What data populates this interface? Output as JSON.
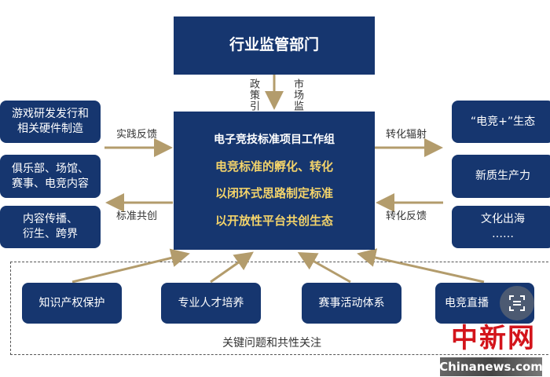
{
  "top_box": "行业监管部门",
  "vertical_labels": {
    "left": "政策引导",
    "right": "市场监管"
  },
  "center": {
    "title": "电子竞技标准项目工作组",
    "lines": [
      "电竞标准的孵化、转化",
      "以闭环式思路制定标准",
      "以开放性平台共创生态"
    ]
  },
  "left_boxes": [
    {
      "lines": [
        "游戏研发发行和",
        "相关硬件制造"
      ]
    },
    {
      "lines": [
        "俱乐部、场馆、",
        "赛事、电竞内容"
      ]
    },
    {
      "lines": [
        "内容传播、",
        "衍生、跨界"
      ]
    }
  ],
  "right_boxes": [
    {
      "lines": [
        "“电竞+”生态"
      ]
    },
    {
      "lines": [
        "新质生产力"
      ]
    },
    {
      "lines": [
        "文化出海",
        "……"
      ]
    }
  ],
  "arrow_labels": {
    "practice_feedback": "实践反馈",
    "standard_cocreate": "标准共创",
    "transform_radiate": "转化辐射",
    "transform_feedback": "转化反馈"
  },
  "bottom_boxes": [
    "知识产权保护",
    "专业人才培养",
    "赛事活动体系",
    "电竞直播"
  ],
  "bottom_caption": "关键问题和共性关注",
  "watermark": {
    "logo": "中新网",
    "site": "Chinanews.com"
  },
  "colors": {
    "navy": "#16366f",
    "gold": "#f3d36a",
    "arrow": "#b39c6c"
  }
}
